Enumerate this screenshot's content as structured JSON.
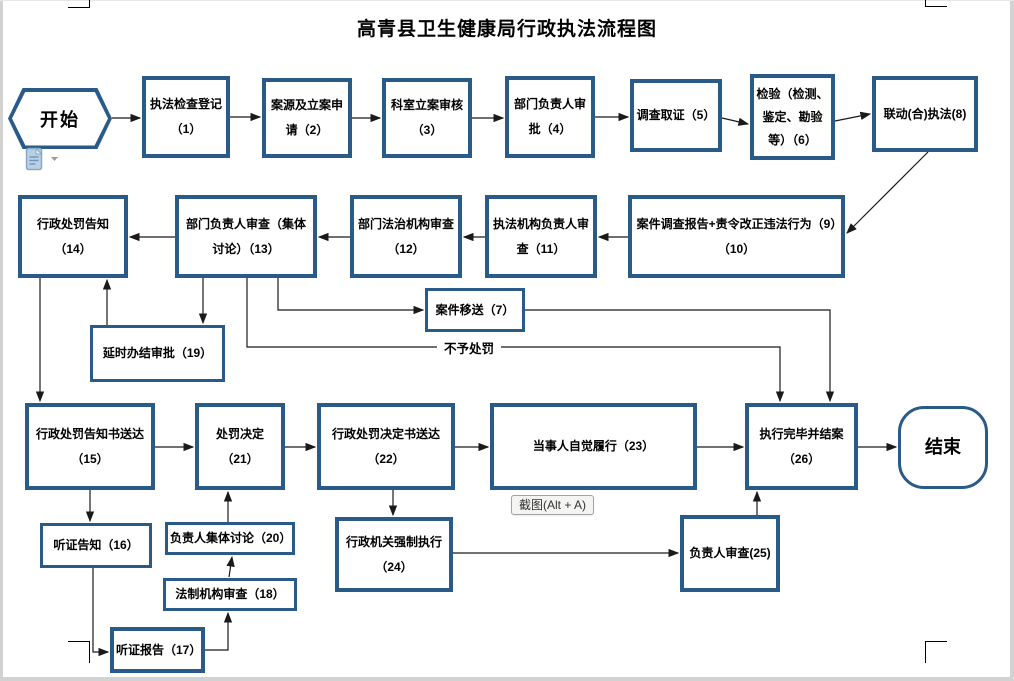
{
  "page": {
    "title": "高青县卫生健康局行政执法流程图"
  },
  "colors": {
    "node_border": "#2a5a88",
    "node_text": "#000000",
    "connector": "#1a1a1a",
    "tooltip_bg": "#f4f4f2",
    "tooltip_border": "#a3a3a3",
    "crop_mark": "#b7b7b7",
    "page_edge": "#d2d2d2",
    "paste_icon_fill": "#b9cfe4",
    "paste_icon_stroke": "#89a9c6"
  },
  "icons": {
    "paste_options": "clipboard-paste-icon",
    "paste_dropdown": "chevron-down-icon"
  },
  "tooltip": {
    "label": "截图(Alt + A)"
  },
  "edge_labels": {
    "no_penalty": "不予处罚"
  },
  "nodes": {
    "start": {
      "label": "开始"
    },
    "s1": {
      "label": "执法检查登记（1）"
    },
    "s2": {
      "label": "案源及立案申请（2）"
    },
    "s3": {
      "label": "科室立案审核（3）"
    },
    "s4": {
      "label": "部门负责人审批（4）"
    },
    "s5": {
      "label": "调查取证（5）"
    },
    "s6": {
      "label": "检验（检测、鉴定、勘验等）（6）"
    },
    "s8": {
      "label": "联动(合)执法(8)"
    },
    "s910": {
      "label": "案件调查报告+责令改正违法行为（9）（10）"
    },
    "s11": {
      "label": "执法机构负责人审查（11）"
    },
    "s12": {
      "label": "部门法治机构审查（12）"
    },
    "s13": {
      "label": "部门负责人审查（集体讨论）（13）"
    },
    "s14": {
      "label": "行政处罚告知（14）"
    },
    "s7": {
      "label": "案件移送（7）"
    },
    "s19": {
      "label": "延时办结审批（19）"
    },
    "s15": {
      "label": "行政处罚告知书送达（15）"
    },
    "s21": {
      "label": "处罚决定（21）"
    },
    "s22": {
      "label": "行政处罚决定书送达（22）"
    },
    "s23": {
      "label": "当事人自觉履行（23）"
    },
    "s26": {
      "label": "执行完毕并结案（26）"
    },
    "end": {
      "label": "结束"
    },
    "s16": {
      "label": "听证告知（16）"
    },
    "s20": {
      "label": "负责人集体讨论（20）"
    },
    "s18": {
      "label": "法制机构审查（18）"
    },
    "s17": {
      "label": "听证报告（17）"
    },
    "s24": {
      "label": "行政机关强制执行（24）"
    },
    "s25": {
      "label": "负责人审查(25)"
    }
  },
  "edges": [
    {
      "from": "start",
      "to": "s1"
    },
    {
      "from": "s1",
      "to": "s2"
    },
    {
      "from": "s2",
      "to": "s3"
    },
    {
      "from": "s3",
      "to": "s4"
    },
    {
      "from": "s4",
      "to": "s5"
    },
    {
      "from": "s5",
      "to": "s6"
    },
    {
      "from": "s6",
      "to": "s8"
    },
    {
      "from": "s8",
      "to": "s910"
    },
    {
      "from": "s910",
      "to": "s11"
    },
    {
      "from": "s11",
      "to": "s12"
    },
    {
      "from": "s12",
      "to": "s13"
    },
    {
      "from": "s13",
      "to": "s14"
    },
    {
      "from": "s13",
      "to": "s19"
    },
    {
      "from": "s19",
      "to": "s14"
    },
    {
      "from": "s14",
      "to": "s15"
    },
    {
      "from": "s13",
      "to": "s7"
    },
    {
      "from": "s7",
      "to": "s26"
    },
    {
      "from": "s13",
      "to": "s26",
      "label": "不予处罚"
    },
    {
      "from": "s15",
      "to": "s21"
    },
    {
      "from": "s21",
      "to": "s22"
    },
    {
      "from": "s22",
      "to": "s23"
    },
    {
      "from": "s23",
      "to": "s26"
    },
    {
      "from": "s26",
      "to": "end"
    },
    {
      "from": "s15",
      "to": "s16"
    },
    {
      "from": "s16",
      "to": "s17"
    },
    {
      "from": "s17",
      "to": "s18"
    },
    {
      "from": "s18",
      "to": "s20"
    },
    {
      "from": "s20",
      "to": "s21"
    },
    {
      "from": "s22",
      "to": "s24"
    },
    {
      "from": "s24",
      "to": "s25"
    },
    {
      "from": "s25",
      "to": "s26"
    }
  ]
}
